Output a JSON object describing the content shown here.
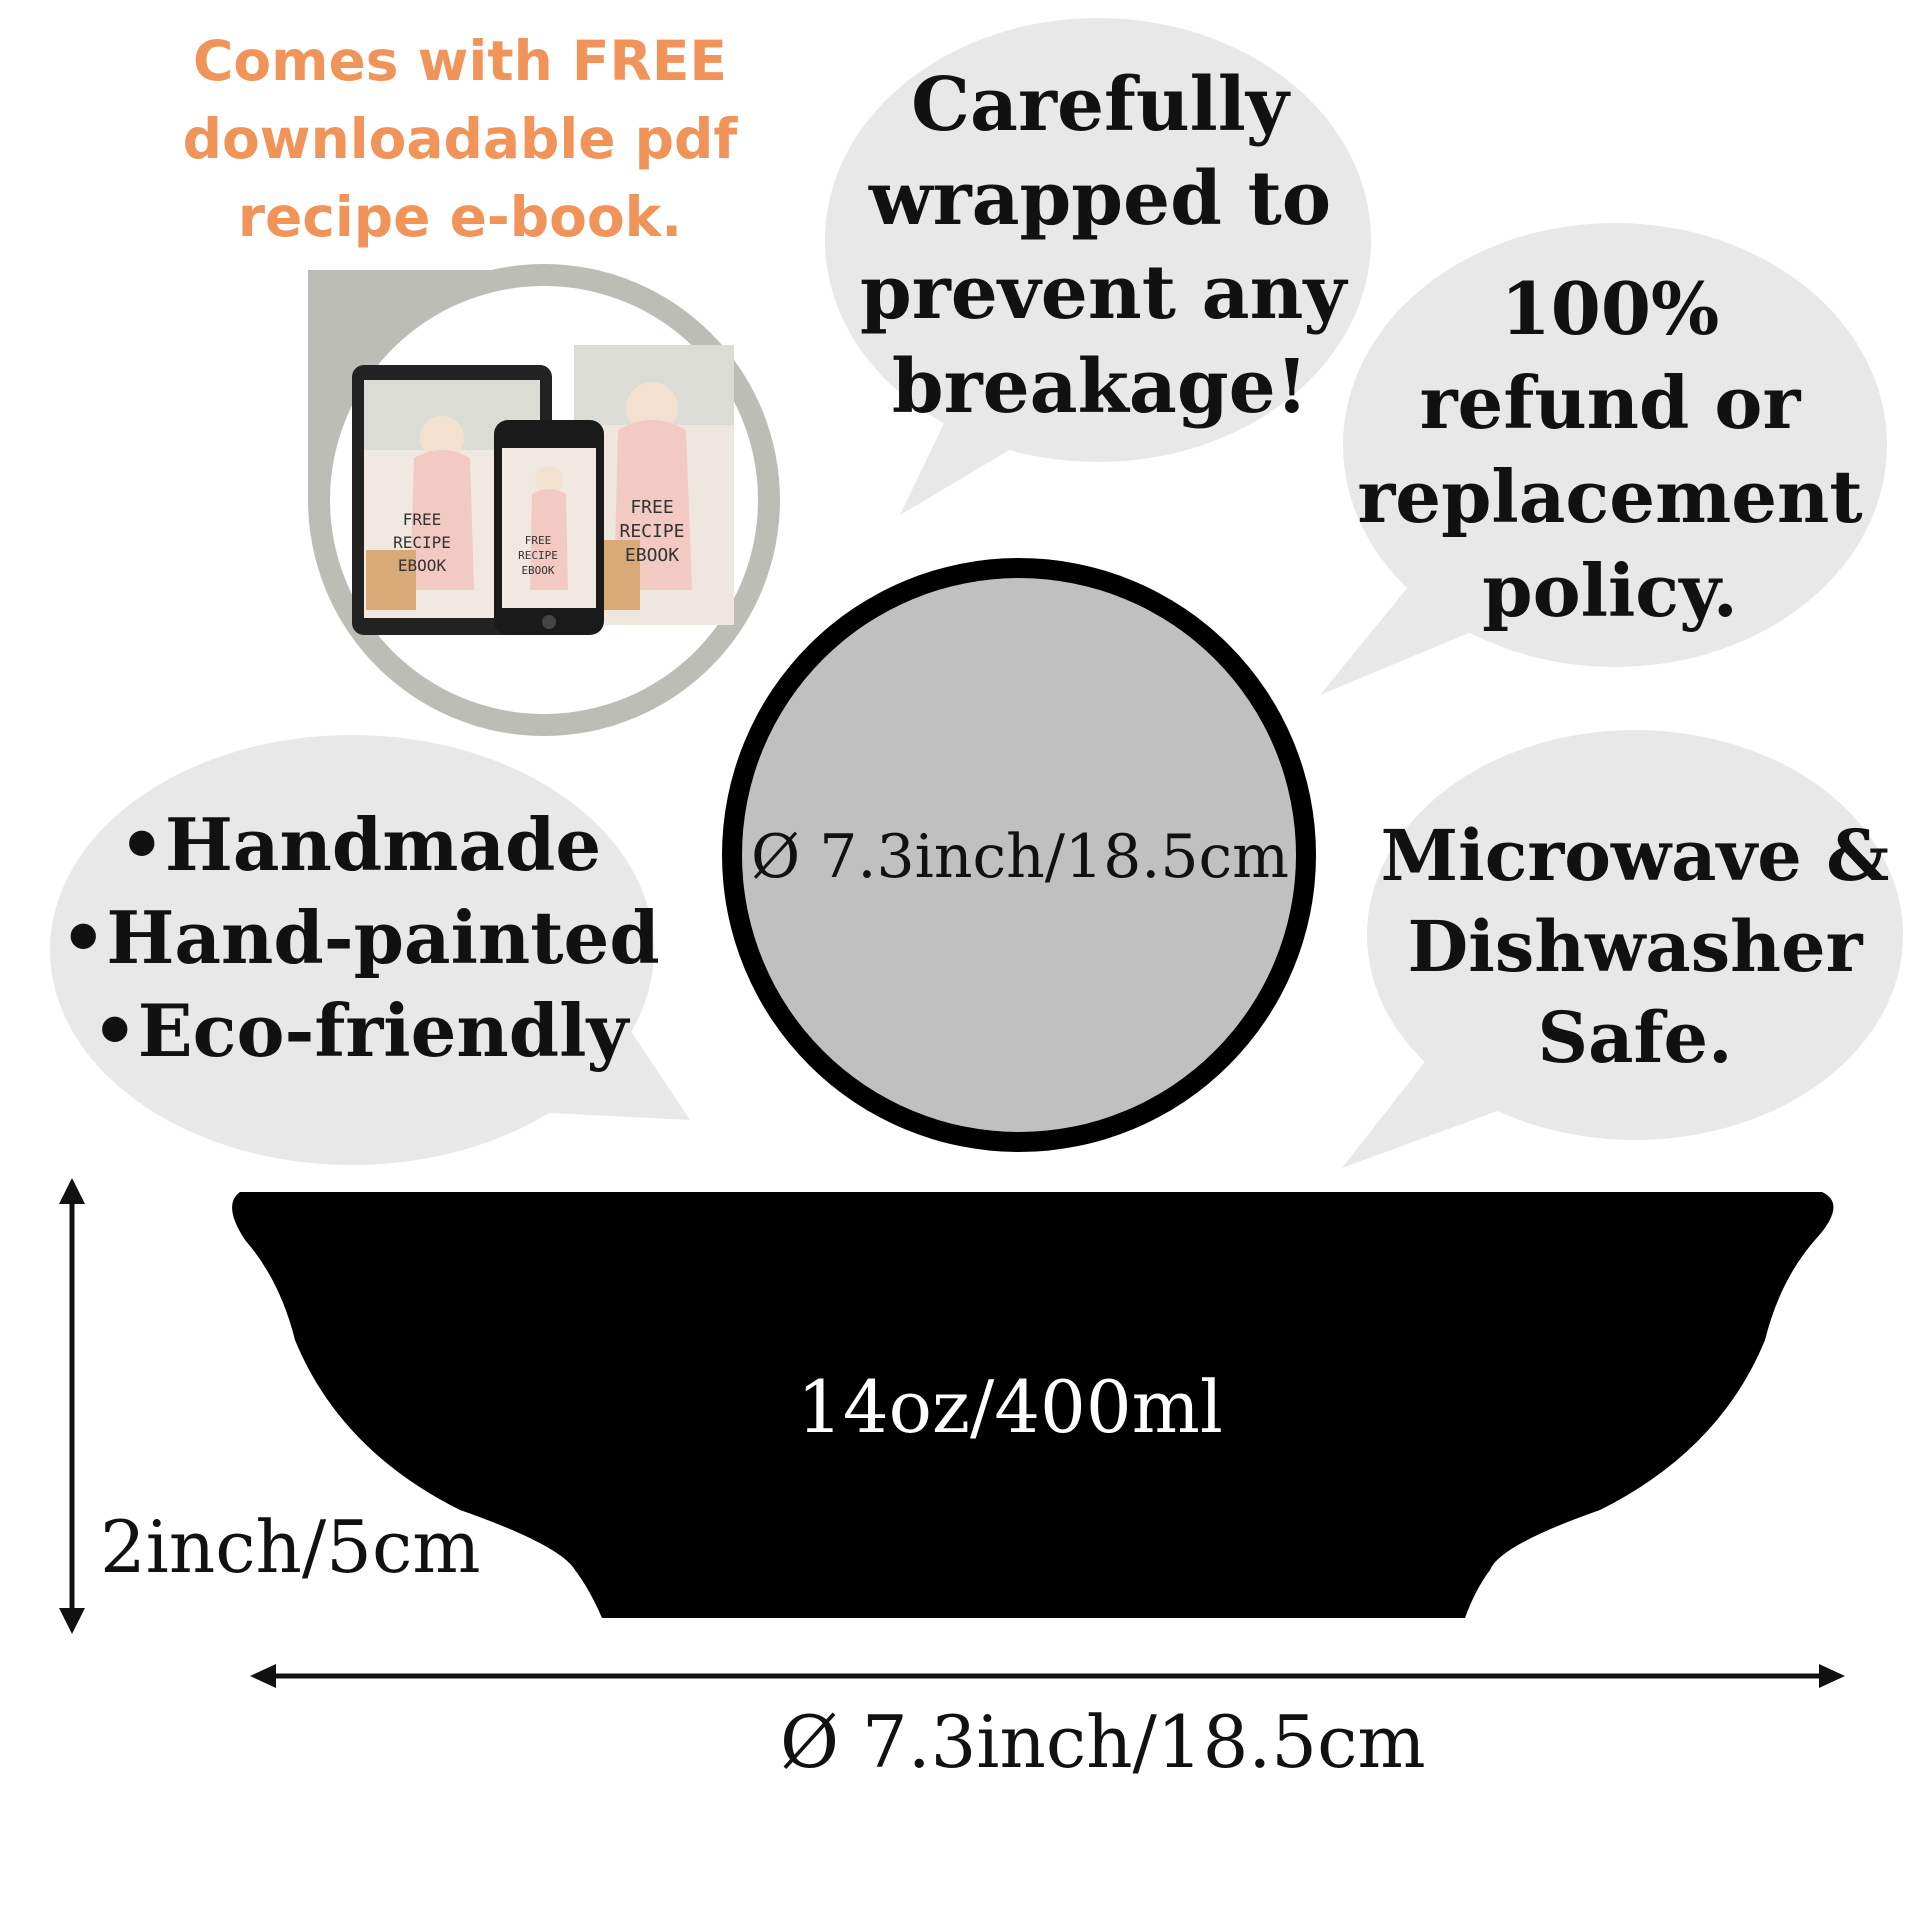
{
  "promo": {
    "lines": [
      "Comes with FREE",
      "downloadable pdf",
      "recipe e-book."
    ],
    "color": "#f0945a"
  },
  "ebook_image": {
    "tablet_text": [
      "FREE",
      "RECIPE",
      "EBOOK"
    ],
    "phone_text": [
      "FREE",
      "RECIPE",
      "EBOOK"
    ],
    "book_text": [
      "FREE",
      "RECIPE",
      "EBOOK"
    ]
  },
  "bubbles": {
    "wrapped": [
      "Carefully",
      "wrapped to",
      "prevent any",
      "breakage!"
    ],
    "refund": [
      "100%",
      "refund or",
      "replacement",
      "policy."
    ],
    "features": [
      "•Handmade",
      "•Hand-painted",
      "•Eco-friendly"
    ],
    "microwave": [
      "Microwave &",
      "Dishwasher",
      "Safe."
    ]
  },
  "bowl": {
    "top_diameter": "Ø 7.3inch/18.5cm",
    "volume": "14oz/400ml",
    "height": "2inch/5cm",
    "width": "Ø 7.3inch/18.5cm"
  },
  "colors": {
    "bubble": "#e8e8e8",
    "top_view_fill": "#c0c0c0",
    "bowl": "#000000",
    "text": "#111111"
  }
}
